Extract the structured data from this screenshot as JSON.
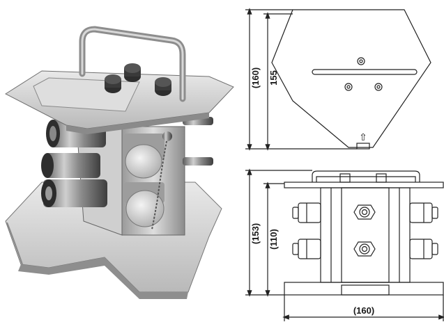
{
  "drawing": {
    "top_view": {
      "dim_outer": "(160)",
      "dim_inner": "155",
      "marker": "⇧"
    },
    "front_view": {
      "dim_total": "(153)",
      "dim_body": "(110)",
      "dim_width": "(160)"
    }
  }
}
